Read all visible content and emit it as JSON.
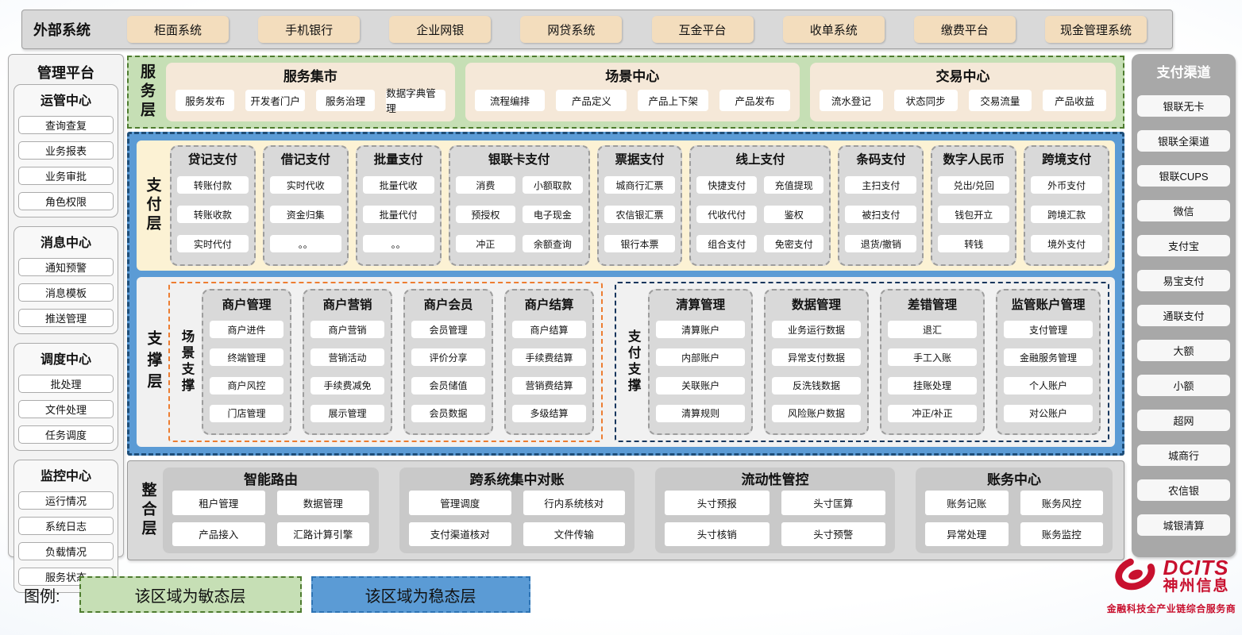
{
  "external_systems": {
    "label": "外部系统",
    "items": [
      "柜面系统",
      "手机银行",
      "企业网银",
      "网贷系统",
      "互金平台",
      "收单系统",
      "缴费平台",
      "现金管理系统"
    ]
  },
  "management_platform": {
    "title": "管理平台",
    "groups": [
      {
        "title": "运管中心",
        "items": [
          "查询查复",
          "业务报表",
          "业务审批",
          "角色权限"
        ]
      },
      {
        "title": "消息中心",
        "items": [
          "通知预警",
          "消息模板",
          "推送管理"
        ]
      },
      {
        "title": "调度中心",
        "items": [
          "批处理",
          "文件处理",
          "任务调度"
        ]
      },
      {
        "title": "监控中心",
        "items": [
          "运行情况",
          "系统日志",
          "负载情况",
          "服务状态"
        ]
      }
    ]
  },
  "service_layer": {
    "label": "服务层",
    "groups": [
      {
        "title": "服务集市",
        "items": [
          "服务发布",
          "开发者门户",
          "服务治理",
          "数据字典管理"
        ]
      },
      {
        "title": "场景中心",
        "items": [
          "流程编排",
          "产品定义",
          "产品上下架",
          "产品发布"
        ]
      },
      {
        "title": "交易中心",
        "items": [
          "流水登记",
          "状态同步",
          "交易流量",
          "产品收益"
        ]
      }
    ]
  },
  "payment_layer": {
    "label": "支付层",
    "groups": [
      {
        "title": "贷记支付",
        "cols": 1,
        "items": [
          "转账付款",
          "转账收款",
          "实时代付"
        ]
      },
      {
        "title": "借记支付",
        "cols": 1,
        "items": [
          "实时代收",
          "资金归集",
          "。。"
        ]
      },
      {
        "title": "批量支付",
        "cols": 1,
        "items": [
          "批量代收",
          "批量代付",
          "。。"
        ]
      },
      {
        "title": "银联卡支付",
        "cols": 2,
        "items": [
          "消费",
          "小额取款",
          "预授权",
          "电子现金",
          "冲正",
          "余额查询"
        ]
      },
      {
        "title": "票据支付",
        "cols": 1,
        "items": [
          "城商行汇票",
          "农信银汇票",
          "银行本票"
        ]
      },
      {
        "title": "线上支付",
        "cols": 2,
        "items": [
          "快捷支付",
          "充值提现",
          "代收代付",
          "鉴权",
          "组合支付",
          "免密支付"
        ]
      },
      {
        "title": "条码支付",
        "cols": 1,
        "items": [
          "主扫支付",
          "被扫支付",
          "退货/撤销"
        ]
      },
      {
        "title": "数字人民币",
        "cols": 1,
        "items": [
          "兑出/兑回",
          "钱包开立",
          "转钱"
        ]
      },
      {
        "title": "跨境支付",
        "cols": 1,
        "items": [
          "外币支付",
          "跨境汇款",
          "境外支付"
        ]
      }
    ]
  },
  "support_layer": {
    "label": "支撑层",
    "sections": [
      {
        "label": "场景支撑",
        "accent": "#ed7d31",
        "groups": [
          {
            "title": "商户管理",
            "items": [
              "商户进件",
              "终端管理",
              "商户风控",
              "门店管理"
            ]
          },
          {
            "title": "商户营销",
            "items": [
              "商户营销",
              "营销活动",
              "手续费减免",
              "展示管理"
            ]
          },
          {
            "title": "商户会员",
            "items": [
              "会员管理",
              "评价分享",
              "会员储值",
              "会员数据"
            ]
          },
          {
            "title": "商户结算",
            "items": [
              "商户结算",
              "手续费结算",
              "营销费结算",
              "多级结算"
            ]
          }
        ]
      },
      {
        "label": "支付支撑",
        "accent": "#17365d",
        "groups": [
          {
            "title": "清算管理",
            "items": [
              "清算账户",
              "内部账户",
              "关联账户",
              "清算规则"
            ]
          },
          {
            "title": "数据管理",
            "items": [
              "业务运行数据",
              "异常支付数据",
              "反洗钱数据",
              "风险账户数据"
            ]
          },
          {
            "title": "差错管理",
            "items": [
              "退汇",
              "手工入账",
              "挂账处理",
              "冲正/补正"
            ]
          },
          {
            "title": "监管账户管理",
            "items": [
              "支付管理",
              "金融服务管理",
              "个人账户",
              "对公账户"
            ]
          }
        ]
      }
    ]
  },
  "integration_layer": {
    "label": "整合层",
    "groups": [
      {
        "title": "智能路由",
        "items": [
          "租户管理",
          "数据管理",
          "产品接入",
          "汇路计算引擎"
        ]
      },
      {
        "title": "跨系统集中对账",
        "items": [
          "管理调度",
          "行内系统核对",
          "支付渠道核对",
          "文件传输"
        ]
      },
      {
        "title": "流动性管控",
        "items": [
          "头寸预报",
          "头寸匡算",
          "头寸核销",
          "头寸预警"
        ]
      },
      {
        "title": "账务中心",
        "items": [
          "账务记账",
          "账务风控",
          "异常处理",
          "账务监控"
        ]
      }
    ]
  },
  "payment_channels": {
    "title": "支付渠道",
    "items": [
      "银联无卡",
      "银联全渠道",
      "银联CUPS",
      "微信",
      "支付宝",
      "易宝支付",
      "通联支付",
      "大额",
      "小额",
      "超网",
      "城商行",
      "农信银",
      "城银清算"
    ]
  },
  "legend": {
    "label": "图例:",
    "items": [
      {
        "text": "该区域为敏态层",
        "type": "agile"
      },
      {
        "text": "该区域为稳态层",
        "type": "stable"
      }
    ]
  },
  "logo": {
    "brand": "DCITS",
    "name": "神州信息",
    "tagline": "金融科技全产业链综合服务商"
  },
  "colors": {
    "agile_green": "#c6dfb5",
    "agile_border": "#4e7c2f",
    "stable_blue": "#5b9bd5",
    "stable_border": "#1e4e79",
    "payment_panel_yellow": "#fcf2d4",
    "service_group_tan": "#f5e8d8",
    "external_button_tan": "#f3ddbd",
    "group_gray": "#d9d9d9",
    "scene_support_accent": "#ed7d31",
    "payment_support_accent": "#17365d",
    "channel_panel_gray": "#a8a8a8",
    "brand_red": "#c8102e"
  }
}
